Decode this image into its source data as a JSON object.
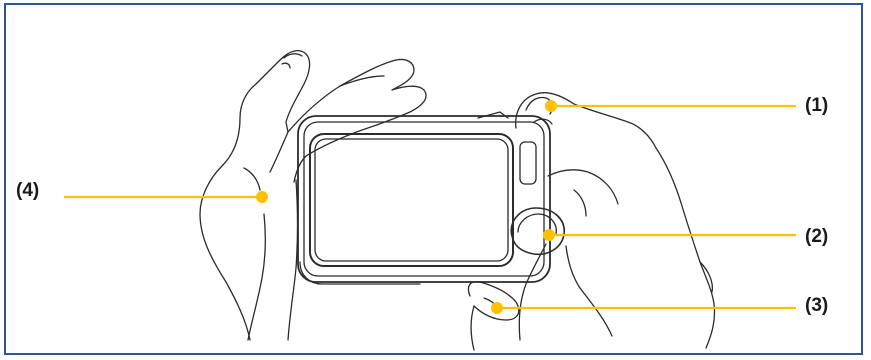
{
  "callouts": [
    {
      "id": "1",
      "label": "(1)"
    },
    {
      "id": "2",
      "label": "(2)"
    },
    {
      "id": "3",
      "label": "(3)"
    },
    {
      "id": "4",
      "label": "(4)"
    }
  ],
  "colors": {
    "frame_border": "#2f5597",
    "leader_line": "#ffc000",
    "line_art": "#2b2b2b",
    "label_text": "#1a1a1a"
  }
}
